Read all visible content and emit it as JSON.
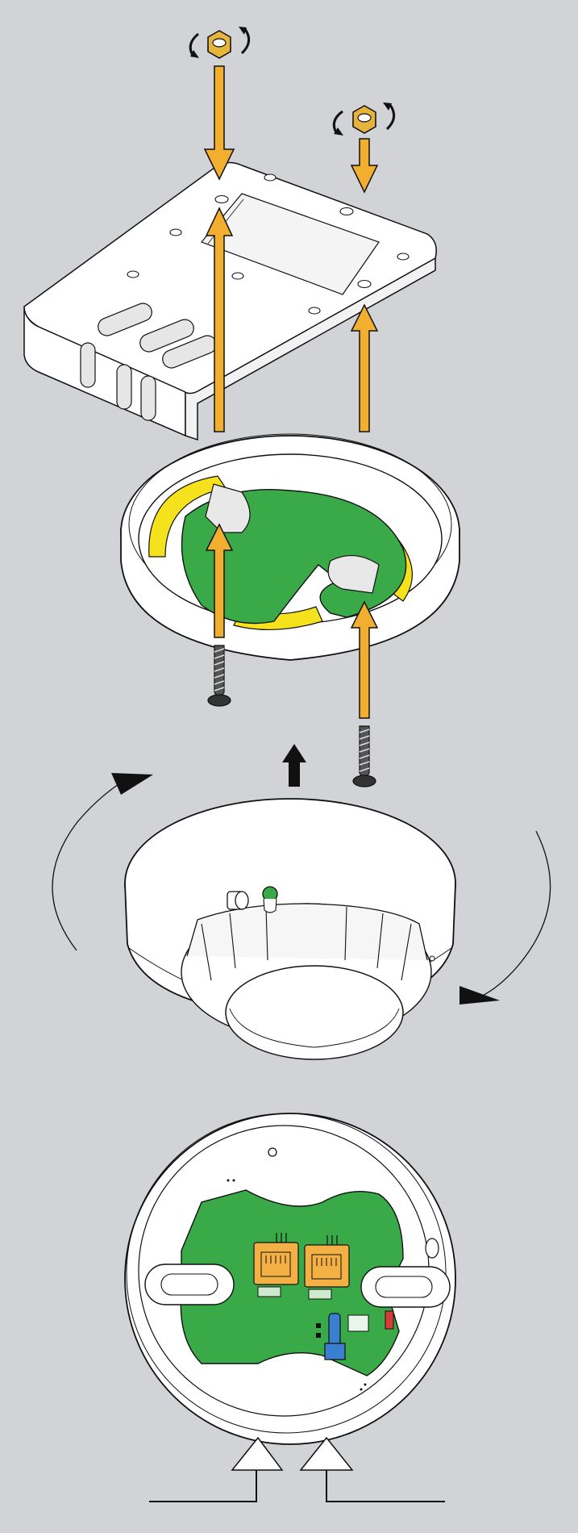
{
  "colors": {
    "background": "#d1d3d6",
    "arrow_orange": "#f2ae2e",
    "nut_gold": "#e6b43c",
    "board_green": "#3aaa48",
    "clip_yellow": "#f5e21c",
    "connector_orange": "#f2b045",
    "jumper_blue": "#3a7fd0",
    "switch_red": "#d83a3a",
    "outline": "#111111",
    "part_white": "#ffffff"
  },
  "icons": {
    "nut": "hex-nut-icon",
    "rotate": "rotate-arrows-icon",
    "screw": "screw-icon",
    "push": "arrow-up-icon",
    "twist": "rotation-arrow-icon",
    "wire_entry": "triangle-pointer-icon"
  },
  "steps": [
    {
      "id": "bracket-mount",
      "icon": "hex-nut-icon"
    },
    {
      "id": "base-fasten",
      "icon": "screw-icon"
    },
    {
      "id": "head-twist-lock",
      "icon": "rotation-arrow-icon"
    },
    {
      "id": "base-wiring",
      "icon": "triangle-pointer-icon"
    }
  ]
}
